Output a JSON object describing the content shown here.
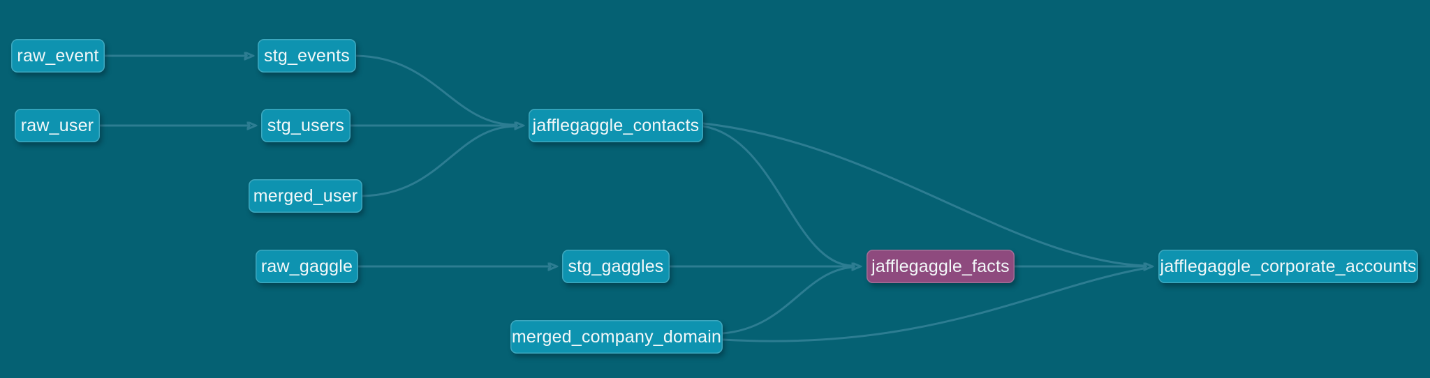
{
  "view": {
    "name": "lineage-graph"
  },
  "colors": {
    "background": "#056173",
    "node_fill": "#0e93b0",
    "node_highlight_fill": "#8e4a7e",
    "node_text": "#f3f8f9",
    "edge": "#2d7d92"
  },
  "nodes": [
    {
      "id": "raw_event",
      "label": "raw_event",
      "kind": "model"
    },
    {
      "id": "stg_events",
      "label": "stg_events",
      "kind": "model"
    },
    {
      "id": "raw_user",
      "label": "raw_user",
      "kind": "model"
    },
    {
      "id": "stg_users",
      "label": "stg_users",
      "kind": "model"
    },
    {
      "id": "jafflegaggle_contacts",
      "label": "jafflegaggle_contacts",
      "kind": "model"
    },
    {
      "id": "merged_user",
      "label": "merged_user",
      "kind": "model"
    },
    {
      "id": "raw_gaggle",
      "label": "raw_gaggle",
      "kind": "model"
    },
    {
      "id": "stg_gaggles",
      "label": "stg_gaggles",
      "kind": "model"
    },
    {
      "id": "jafflegaggle_facts",
      "label": "jafflegaggle_facts",
      "kind": "highlighted"
    },
    {
      "id": "jafflegaggle_corporate_accounts",
      "label": "jafflegaggle_corporate_accounts",
      "kind": "model"
    },
    {
      "id": "merged_company_domain",
      "label": "merged_company_domain",
      "kind": "model"
    }
  ],
  "edges": [
    {
      "from": "raw_event",
      "to": "stg_events"
    },
    {
      "from": "raw_user",
      "to": "stg_users"
    },
    {
      "from": "stg_users",
      "to": "jafflegaggle_contacts"
    },
    {
      "from": "stg_events",
      "to": "jafflegaggle_contacts"
    },
    {
      "from": "merged_user",
      "to": "jafflegaggle_contacts"
    },
    {
      "from": "raw_gaggle",
      "to": "stg_gaggles"
    },
    {
      "from": "stg_gaggles",
      "to": "jafflegaggle_facts"
    },
    {
      "from": "jafflegaggle_contacts",
      "to": "jafflegaggle_facts"
    },
    {
      "from": "merged_company_domain",
      "to": "jafflegaggle_facts"
    },
    {
      "from": "jafflegaggle_contacts",
      "to": "jafflegaggle_corporate_accounts"
    },
    {
      "from": "jafflegaggle_facts",
      "to": "jafflegaggle_corporate_accounts"
    },
    {
      "from": "merged_company_domain",
      "to": "jafflegaggle_corporate_accounts"
    }
  ]
}
